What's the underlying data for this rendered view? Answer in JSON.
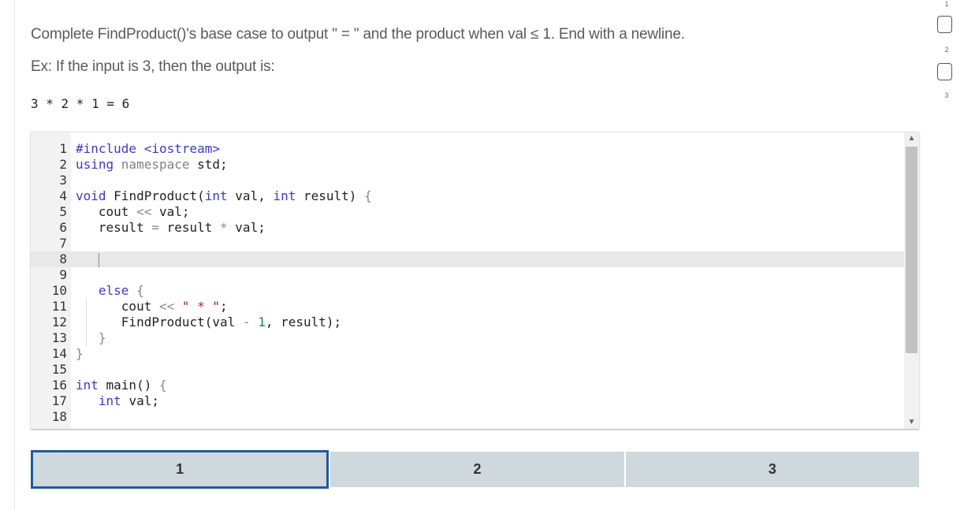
{
  "prompt": {
    "line1": "Complete FindProduct()'s base case to output \" = \" and the product when val ≤ 1. End with a newline.",
    "line2": "Ex: If the input is 3, then the output is:",
    "example_output": "3 * 2 * 1 = 6"
  },
  "editor": {
    "line_numbers": [
      "1",
      "2",
      "3",
      "4",
      "5",
      "6",
      "7",
      "8",
      "9",
      "10",
      "11",
      "12",
      "13",
      "14",
      "15",
      "16",
      "17",
      "18"
    ],
    "lines": [
      [
        {
          "t": "#include <iostream>",
          "c": "ty"
        }
      ],
      [
        {
          "t": "using ",
          "c": "kw"
        },
        {
          "t": "namespace ",
          "c": "kw2"
        },
        {
          "t": "std;",
          "c": "pl"
        }
      ],
      [],
      [
        {
          "t": "void ",
          "c": "kw"
        },
        {
          "t": "FindProduct(",
          "c": "pl"
        },
        {
          "t": "int ",
          "c": "kw"
        },
        {
          "t": "val, ",
          "c": "pl"
        },
        {
          "t": "int ",
          "c": "kw"
        },
        {
          "t": "result) ",
          "c": "pl"
        },
        {
          "t": "{",
          "c": "op"
        }
      ],
      [
        {
          "t": "   cout ",
          "c": "pl"
        },
        {
          "t": "<< ",
          "c": "op"
        },
        {
          "t": "val;",
          "c": "pl"
        }
      ],
      [
        {
          "t": "   result ",
          "c": "pl"
        },
        {
          "t": "= ",
          "c": "op"
        },
        {
          "t": "result ",
          "c": "pl"
        },
        {
          "t": "* ",
          "c": "op"
        },
        {
          "t": "val;",
          "c": "pl"
        }
      ],
      [],
      [],
      [],
      [
        {
          "t": "   else ",
          "c": "kw"
        },
        {
          "t": "{",
          "c": "op"
        }
      ],
      [
        {
          "t": "      cout ",
          "c": "pl"
        },
        {
          "t": "<< ",
          "c": "op"
        },
        {
          "t": "\" * \"",
          "c": "str"
        },
        {
          "t": ";",
          "c": "pl"
        }
      ],
      [
        {
          "t": "      FindProduct(val ",
          "c": "pl"
        },
        {
          "t": "- ",
          "c": "op"
        },
        {
          "t": "1",
          "c": "num"
        },
        {
          "t": ", result);",
          "c": "pl"
        }
      ],
      [
        {
          "t": "   }",
          "c": "op"
        }
      ],
      [
        {
          "t": "}",
          "c": "op"
        }
      ],
      [],
      [
        {
          "t": "int ",
          "c": "kw"
        },
        {
          "t": "main() ",
          "c": "pl"
        },
        {
          "t": "{",
          "c": "op"
        }
      ],
      [
        {
          "t": "   int ",
          "c": "kw"
        },
        {
          "t": "val;",
          "c": "pl"
        }
      ],
      []
    ],
    "active_line": 8
  },
  "tabs": [
    {
      "label": "1",
      "selected": true
    },
    {
      "label": "2",
      "selected": false
    },
    {
      "label": "3",
      "selected": false
    }
  ],
  "levels": [
    "1",
    "2",
    "3"
  ],
  "colors": {
    "tab_background": "#cfd8dd",
    "tab_selected_border": "#1e5a9e",
    "keyword": "#3a3ad0",
    "number": "#1a8a3a",
    "string": "#b02020"
  },
  "icons": {
    "scroll_up": "chevron-up-icon",
    "scroll_down": "chevron-down-icon",
    "level_box": "checkbox-icon"
  }
}
